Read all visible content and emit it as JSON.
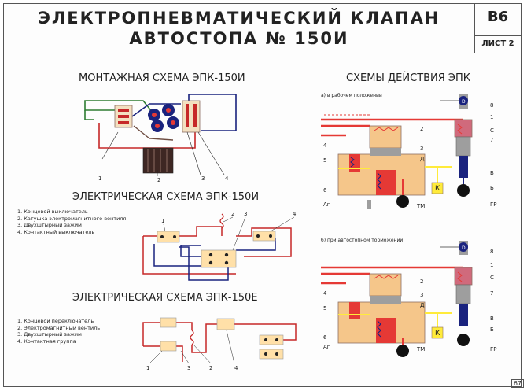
{
  "header": {
    "title_line1": "ЭЛЕКТРОПНЕВМАТИЧЕСКИЙ КЛАПАН",
    "title_line2": "АВТОСТОПА № 150И",
    "code": "В6",
    "sheet": "ЛИСТ 2"
  },
  "sections": {
    "mounting": "МОНТАЖНАЯ СХЕМА ЭПК-150И",
    "elec_150i": "ЭЛЕКТРИЧЕСКАЯ СХЕМА ЭПК-150И",
    "elec_150e": "ЭЛЕКТРИЧЕСКАЯ СХЕМА ЭПК-150Е",
    "action": "СХЕМЫ ДЕЙСТВИЯ ЭПК"
  },
  "legend_150i": [
    "1.   Концевой выключатель",
    "2.   Катушка электромагнитного вентиля",
    "3.   Двухштырный зажим",
    "4.   Контактный выключатель"
  ],
  "legend_150e": [
    "1.   Концевой переключатель",
    "2.   Электромагнитный вентиль",
    "3.   Двухштырный зажим",
    "4.   Контактная группа"
  ],
  "mount_labels": [
    "1",
    "2",
    "3",
    "4"
  ],
  "e150i_labels": [
    "1",
    "2",
    "3",
    "4"
  ],
  "e150e_labels": [
    "1",
    "3",
    "2",
    "4"
  ],
  "action_a": {
    "caption": "а) в рабочем положении",
    "left_labels": [
      "4",
      "5",
      "6",
      "Аг"
    ],
    "right_labels": [
      "8",
      "1",
      "С",
      "7",
      "В",
      "Б",
      "ГР"
    ],
    "inner_labels": [
      "2",
      "3",
      "Д",
      "К",
      "ТМ",
      "D"
    ]
  },
  "action_b": {
    "caption": "б) при автостопном торможении",
    "left_labels": [
      "4",
      "5",
      "6",
      "Аг"
    ],
    "right_labels": [
      "8",
      "1",
      "С",
      "7",
      "В",
      "Б",
      "ГР"
    ],
    "inner_labels": [
      "2",
      "3",
      "Д",
      "К",
      "ТМ",
      "D"
    ]
  },
  "page_number": "67"
}
